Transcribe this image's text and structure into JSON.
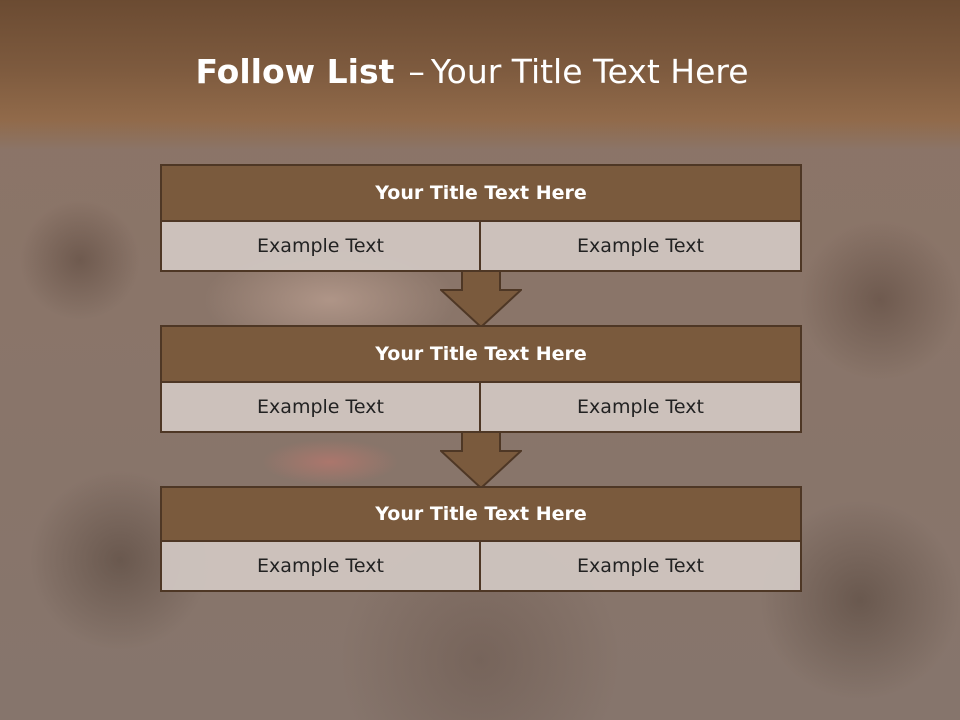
{
  "slide": {
    "title_bold": "Follow List",
    "title_separator": "–",
    "title_rest": "Your Title Text Here"
  },
  "steps": [
    {
      "title": "Your Title Text Here",
      "left_text": "Example Text",
      "right_text": "Example Text"
    },
    {
      "title": "Your Title Text Here",
      "left_text": "Example Text",
      "right_text": "Example Text"
    },
    {
      "title": "Your Title Text Here",
      "left_text": "Example Text",
      "right_text": "Example Text"
    }
  ],
  "colors": {
    "header_band": "#7d5a3e",
    "block_title_fill": "#7a5a3d",
    "block_border": "#4e3725",
    "cell_fill": "#d1c7c2",
    "arrow_fill": "#7a5a3d"
  },
  "icons": [
    "down-arrow-icon",
    "down-arrow-icon"
  ]
}
